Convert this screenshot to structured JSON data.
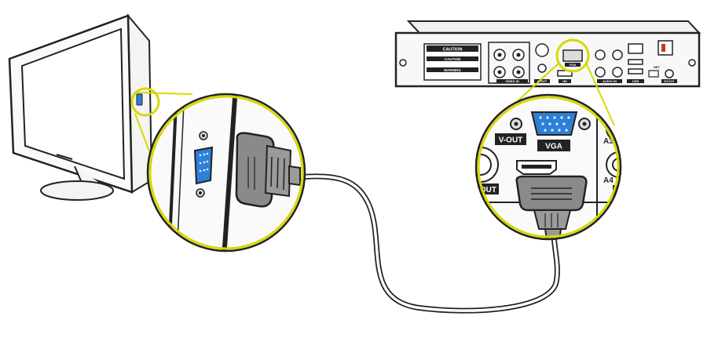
{
  "dvr": {
    "caption_label": "CAUTION",
    "caption2_label": "CAUTION",
    "warning_label": "WARNING",
    "video_in_label": "VIDEO IN",
    "a_out_label": "A-OUT",
    "vga_label": "VGA",
    "hd_label": "HD",
    "audio_in_label": "AUDIO IN",
    "net_label": "NET",
    "usb_label": "USB",
    "dc_label": "DC12V"
  },
  "zoom_dvr": {
    "v_out_label": "V-OUT",
    "vga_label": "VGA",
    "a3_label": "A3",
    "a4_label": "A4",
    "out_label": "OUT",
    "a_label": "A"
  },
  "colors": {
    "highlight": "#d8d800",
    "vga_port": "#2e7fd6",
    "connector": "#8a8a8a",
    "outline": "#222222"
  }
}
